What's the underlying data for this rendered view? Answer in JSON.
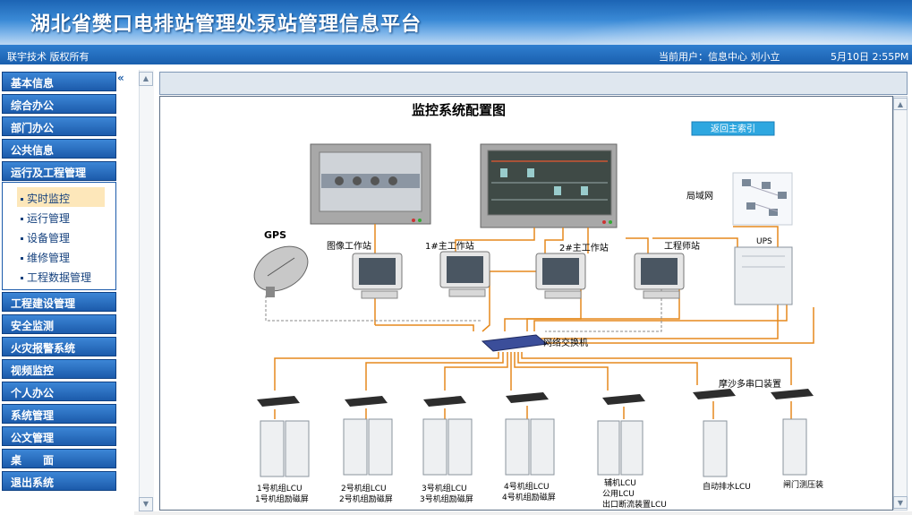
{
  "header": {
    "title": "湖北省樊口电排站管理处泵站管理信息平台"
  },
  "statusbar": {
    "copyright": "联宇技术  版权所有",
    "current_user": "当前用户：信息中心  刘小立",
    "datetime": "5月10日 2:55PM"
  },
  "sidebar": {
    "collapse_glyph": "«",
    "menu_top": [
      "基本信息",
      "综合办公",
      "部门办公",
      "公共信息",
      "运行及工程管理"
    ],
    "submenu": [
      "实时监控",
      "运行管理",
      "设备管理",
      "维修管理",
      "工程数据管理"
    ],
    "active_submenu": "实时监控",
    "menu_bottom": [
      "工程建设管理",
      "安全监测",
      "火灾报警系统",
      "视频监控",
      "个人办公",
      "系统管理",
      "公文管理",
      "桌　　面",
      "退出系统"
    ]
  },
  "diagram": {
    "title": "监控系统配置图",
    "return_button": "返回主索引",
    "labels": {
      "gps": "GPS",
      "image_ws": "图像工作站",
      "main_ws1": "1#主工作站",
      "main_ws2": "2#主工作站",
      "engineer_ws": "工程师站",
      "lan": "局域网",
      "ups": "UPS",
      "switch": "网络交换机",
      "moxa": "摩沙多串口装置"
    },
    "lcu_units": [
      [
        "1号机组LCU",
        "1号机组励磁屏"
      ],
      [
        "2号机组LCU",
        "2号机组励磁屏"
      ],
      [
        "3号机组LCU",
        "3号机组励磁屏"
      ],
      [
        "4号机组LCU",
        "4号机组励磁屏"
      ],
      [
        "辅机LCU",
        "公用LCU",
        "出口断流装置LCU"
      ],
      [
        "自动排水LCU"
      ],
      [
        "闸门测压装"
      ]
    ]
  },
  "colors": {
    "menu_blue": "#1c5bab",
    "link_orange": "#e5891d",
    "highlight": "#fde7ba"
  }
}
